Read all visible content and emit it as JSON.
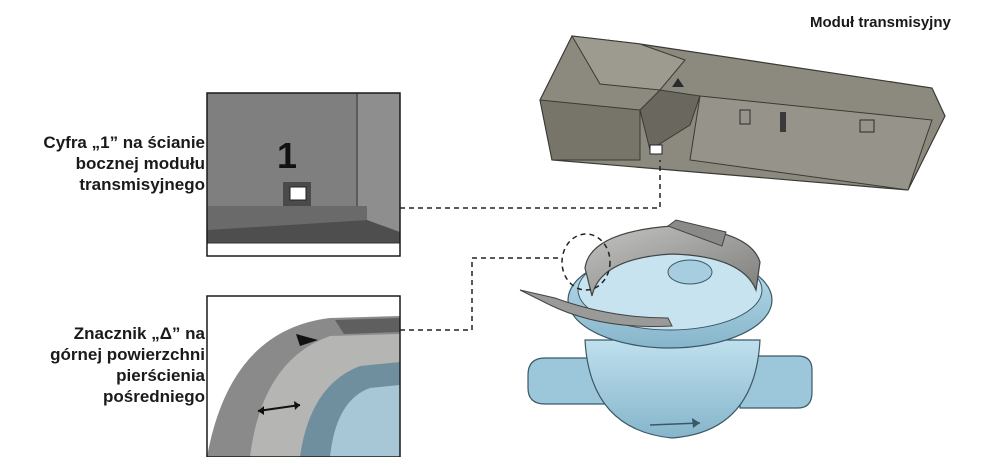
{
  "module_label": "Moduł transmisyjny",
  "callout_top": {
    "lines": [
      "Cyfra „1” na ścianie",
      "bocznej modułu",
      "transmisyjnego"
    ],
    "digit": "1"
  },
  "callout_bottom": {
    "lines": [
      "Znacznik „Δ” na",
      "górnej powierzchni",
      "pierścienia",
      "pośredniego"
    ]
  },
  "colors": {
    "module_body": "#8c8a7e",
    "meter_body": "#a9cfe0",
    "ring": "#9a9a98",
    "panel_gray": "#7d7d7d"
  }
}
